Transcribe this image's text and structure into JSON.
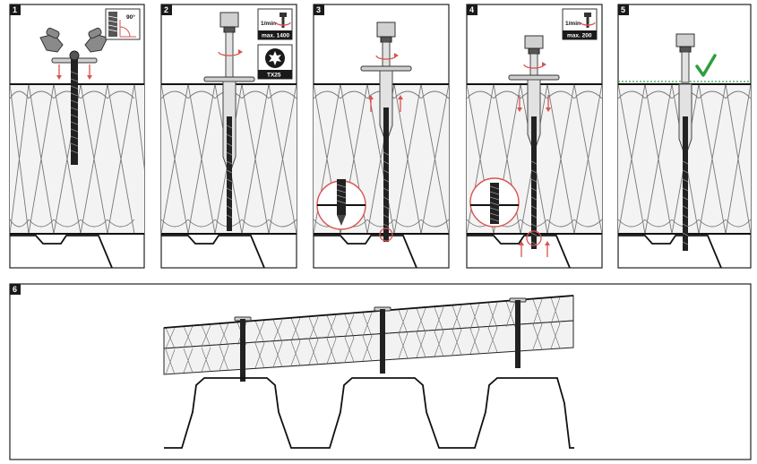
{
  "panels": [
    {
      "number": "1",
      "badges": [
        {
          "icon": "angle-90-icon",
          "text": "90°"
        }
      ]
    },
    {
      "number": "2",
      "badges": [
        {
          "icon": "drill-speed-icon",
          "text": "1/min",
          "label": "max. 1400"
        },
        {
          "icon": "torx-bit-icon",
          "label": "TX25"
        }
      ]
    },
    {
      "number": "3",
      "badges": []
    },
    {
      "number": "4",
      "badges": [
        {
          "icon": "drill-speed-icon",
          "text": "1/min",
          "label": "max. 200"
        }
      ]
    },
    {
      "number": "5",
      "badges": []
    },
    {
      "number": "6",
      "badges": []
    }
  ],
  "colors": {
    "accent_red": "#d9534f",
    "check_green": "#2e9e3e",
    "frame": "#222222"
  }
}
